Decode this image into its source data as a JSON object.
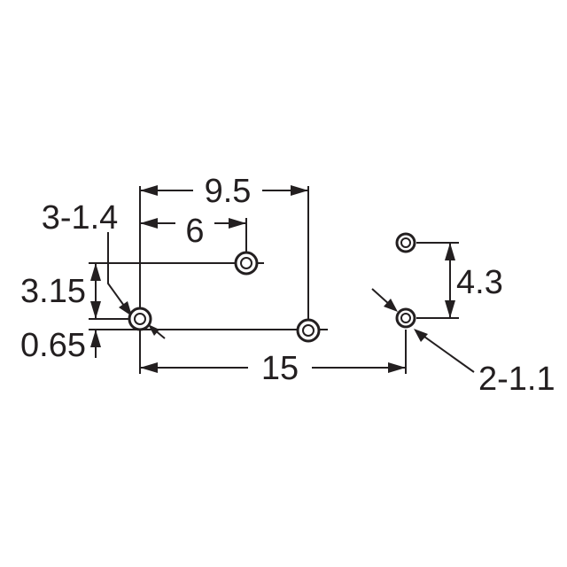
{
  "dimensions": {
    "overall_width": "15",
    "hole_span": "9.5",
    "hole_offset": "6",
    "vertical_offset": "3.15",
    "small_offset": "0.65",
    "right_pitch": "4.3"
  },
  "callouts": {
    "left_holes": "3-1.4",
    "right_holes": "2-1.1"
  },
  "colors": {
    "ink": "#231f20",
    "background": "#ffffff"
  }
}
